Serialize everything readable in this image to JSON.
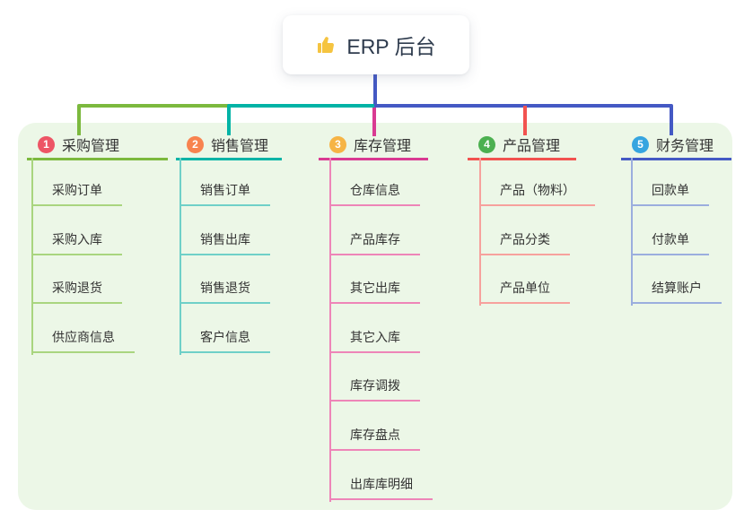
{
  "root": {
    "icon": "thumbs-up-icon",
    "icon_color": "#f5c440",
    "label": "ERP 后台"
  },
  "theme": {
    "canvas_bg": "#ffffff",
    "panel_bg": "#ecf7e7",
    "text_color": "#333333",
    "root_text_color": "#2e3b4d"
  },
  "branches": [
    {
      "badge": "1",
      "badge_color": "#ed5565",
      "line_color": "#7cb93e",
      "sub_line_color": "#a9d57f",
      "label": "采购管理",
      "items": [
        "采购订单",
        "采购入库",
        "采购退货",
        "供应商信息"
      ]
    },
    {
      "badge": "2",
      "badge_color": "#f8834f",
      "line_color": "#00b3a6",
      "sub_line_color": "#6fd0c8",
      "label": "销售管理",
      "items": [
        "销售订单",
        "销售出库",
        "销售退货",
        "客户信息"
      ]
    },
    {
      "badge": "3",
      "badge_color": "#f6b445",
      "line_color": "#d93a92",
      "sub_line_color": "#ee85b8",
      "label": "库存管理",
      "items": [
        "仓库信息",
        "产品库存",
        "其它出库",
        "其它入库",
        "库存调拨",
        "库存盘点",
        "出库库明细"
      ]
    },
    {
      "badge": "4",
      "badge_color": "#4cb050",
      "line_color": "#f25350",
      "sub_line_color": "#f7a19d",
      "label": "产品管理",
      "items": [
        "产品（物料）",
        "产品分类",
        "产品单位"
      ]
    },
    {
      "badge": "5",
      "badge_color": "#36a5e0",
      "line_color": "#4459c4",
      "sub_line_color": "#9baede",
      "label": "财务管理",
      "items": [
        "回款单",
        "付款单",
        "结算账户"
      ]
    }
  ]
}
